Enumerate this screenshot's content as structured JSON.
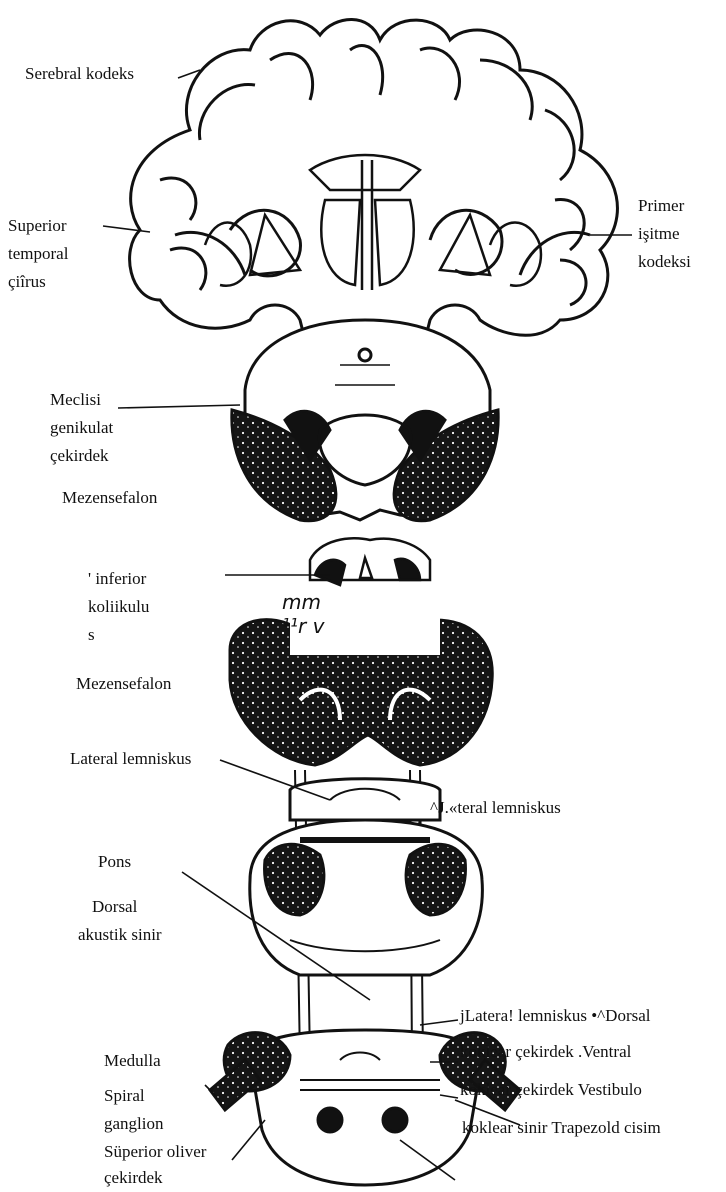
{
  "labels": {
    "serebral_kodeks": "Serebral kodeks",
    "superior_temporal": [
      "Superior",
      "temporal",
      "çiîrus"
    ],
    "primer_isitme": [
      "Primer",
      "işitme",
      "kodeksi"
    ],
    "medial_geniculate": [
      "Meclisi",
      "genikulat",
      "çekirdek"
    ],
    "mezensefalon_1": "Mezensefalon",
    "inferior_colliculus": [
      "'  inferior",
      "koliikulu",
      "s"
    ],
    "artifact_text": [
      "mm",
      "¹¹r v"
    ],
    "mezensefalon_2": "Mezensefalon",
    "lateral_lemniskus_left": "Lateral lemniskus",
    "lateral_lemniskus_right": "^J.«teral lemniskus",
    "pons": "Pons",
    "dorsal_acoustic": [
      "Dorsal",
      "akustik sinir"
    ],
    "lateral_lemniskus_dorsal": "jLatera! lemniskus •^Dorsal",
    "medulla": "Medulla",
    "koklear_ventral": "koklear çekirdek .Ventral",
    "spiral_ganglion": [
      "Spiral",
      "ganglion"
    ],
    "koklear_vestibulo": "koklear çekirdek Vestibulo",
    "superior_oliver": [
      "Süperior oliver",
      "çekirdek"
    ],
    "koklear_trapezoid": "koklear sinir Trapezold cisim"
  },
  "colors": {
    "ink": "#111111",
    "tissue": "#1a1a1a",
    "background": "#ffffff"
  }
}
